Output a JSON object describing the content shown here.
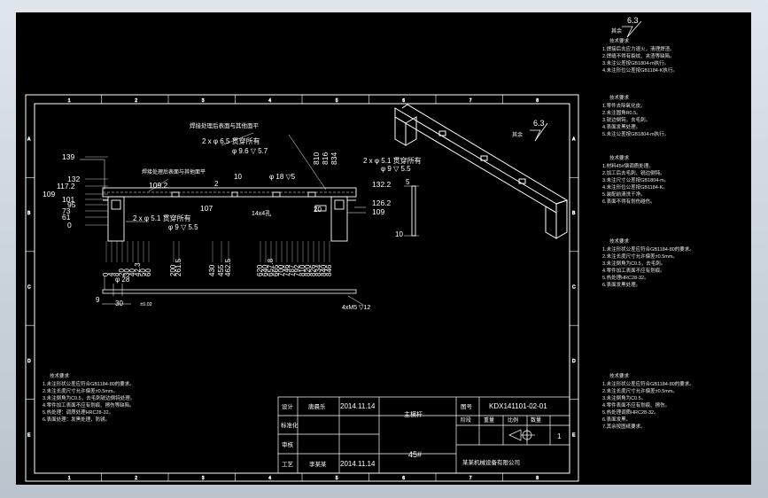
{
  "drawing": {
    "roughness_top": "6.3",
    "roughness_mid": "6.3",
    "note_label_top": "其余",
    "note_label_mid": "其余",
    "title_block": {
      "r1c1": "设计",
      "r1c2": "唐晨乐",
      "r1c3": "2014.11.14",
      "r2c1": "标准化",
      "r3c1": "审核",
      "r4c1": "工艺",
      "r4c2": "李某某",
      "r4c3": "2014.11.14",
      "part_name": "主横杆",
      "drawing_no_label": "图号",
      "drawing_no": "KDX141101-02-01",
      "stage_label": "阶段",
      "weight_label": "重量",
      "scale_label": "比例",
      "qty_label": "数量",
      "qty": "1",
      "material": "45#",
      "company": "某某机械设备有限公司"
    },
    "labels": {
      "weld_note1": "焊接处理后表面与其他面平",
      "weld_note2": "焊接处理后表面与其他面平",
      "holes_a": "2 x φ 6.5 贯穿所有",
      "holes_a2": "φ 9.6 ▽ 5.7",
      "holes_b": "2 x φ 5.1 贯穿所有",
      "holes_b2": "φ 9 ▽ 5.5",
      "holes_c": "2 x φ 5.1 贯穿所有",
      "holes_c2": "φ 9 ▽ 5.5",
      "dia18": "φ 18 ▽5",
      "v10": "10",
      "v2": "2",
      "v20": "20",
      "m4": "14x4孔",
      "m4b": "4xM5 ▽12",
      "d28": "φ 28",
      "d30": "30",
      "tol": "±0.02",
      "n9": "9",
      "s5": "5",
      "s10": "10"
    },
    "left_dims": [
      "139",
      "132",
      "117.2",
      "109",
      "101",
      "95",
      "73",
      "61",
      "0"
    ],
    "right_dims": [
      "132.2",
      "126.2",
      "109"
    ],
    "top_dims": [
      "109.2",
      "107",
      "810",
      "816",
      "834"
    ],
    "bottom_dims": [
      "0",
      "4",
      "8",
      "20",
      "30",
      "40",
      "42.3",
      "50",
      "60",
      "200",
      "261.5",
      "430",
      "455",
      "462.5",
      "620",
      "640",
      "657.8",
      "665",
      "700",
      "746",
      "787",
      "792",
      "810",
      "820",
      "826",
      "834",
      "840",
      "846"
    ],
    "notes_left": {
      "title": "技术要求",
      "lines": [
        "1.未注形状公差应符合GB1184-80的要求。",
        "2.未注长度尺寸允许偏差±0.5mm。",
        "3.未注倒角为C0.5，去毛刺锐边倒钝处理。",
        "4.零件加工表面不应有划痕、擦伤等缺陷。",
        "5.热处理：调质处理HRC28-32。",
        "6.表面处理：发黑处理，防锈。"
      ]
    },
    "notes_right": [
      {
        "title": "技术要求",
        "lines": [
          "1.焊接后去应力退火，清理焊渣。",
          "2.焊缝不得有裂纹、夹渣等缺陷。",
          "3.未注公差按GB1804-m执行。",
          "4.未注形位公差按GB1184-K执行。"
        ]
      },
      {
        "title": "技术要求",
        "lines": [
          "1.零件去除氧化皮。",
          "2.未注圆角R0.5。",
          "3.锐边倒钝，去毛刺。",
          "4.表面发黑处理。",
          "5.未注公差按GB1804-m执行。"
        ]
      },
      {
        "title": "技术要求",
        "lines": [
          "1.材料45#钢调质处理。",
          "2.加工后去毛刺、锐边倒钝。",
          "3.未注尺寸公差按GB1804-m。",
          "4.未注形位公差按GB1184-K。",
          "5.装配前清洗干净。",
          "6.表面不得有划伤碰伤。"
        ]
      },
      {
        "title": "技术要求",
        "lines": [
          "1.未注形状公差应符合GB1184-80的要求。",
          "2.未注长度尺寸允许偏差±0.5mm。",
          "3.未注倒角为C0.5，去毛刺。",
          "4.零件加工表面不应有划痕。",
          "5.热处理HRC28-32。",
          "6.表面发黑处理。"
        ]
      },
      {
        "title": "技术要求",
        "lines": [
          "1.未注形状公差应符合GB1184-80的要求。",
          "2.未注长度尺寸允许偏差±0.5mm。",
          "3.未注倒角为C0.5。",
          "4.零件表面不应有划痕、擦伤。",
          "5.热处理调质HRC28-32。",
          "6.表面发黑。",
          "7.其余按图纸要求。"
        ]
      }
    ],
    "border_numbers_top": [
      "1",
      "2",
      "3",
      "4",
      "5",
      "6",
      "7",
      "8"
    ],
    "border_letters": [
      "A",
      "B",
      "C",
      "D",
      "E"
    ]
  }
}
